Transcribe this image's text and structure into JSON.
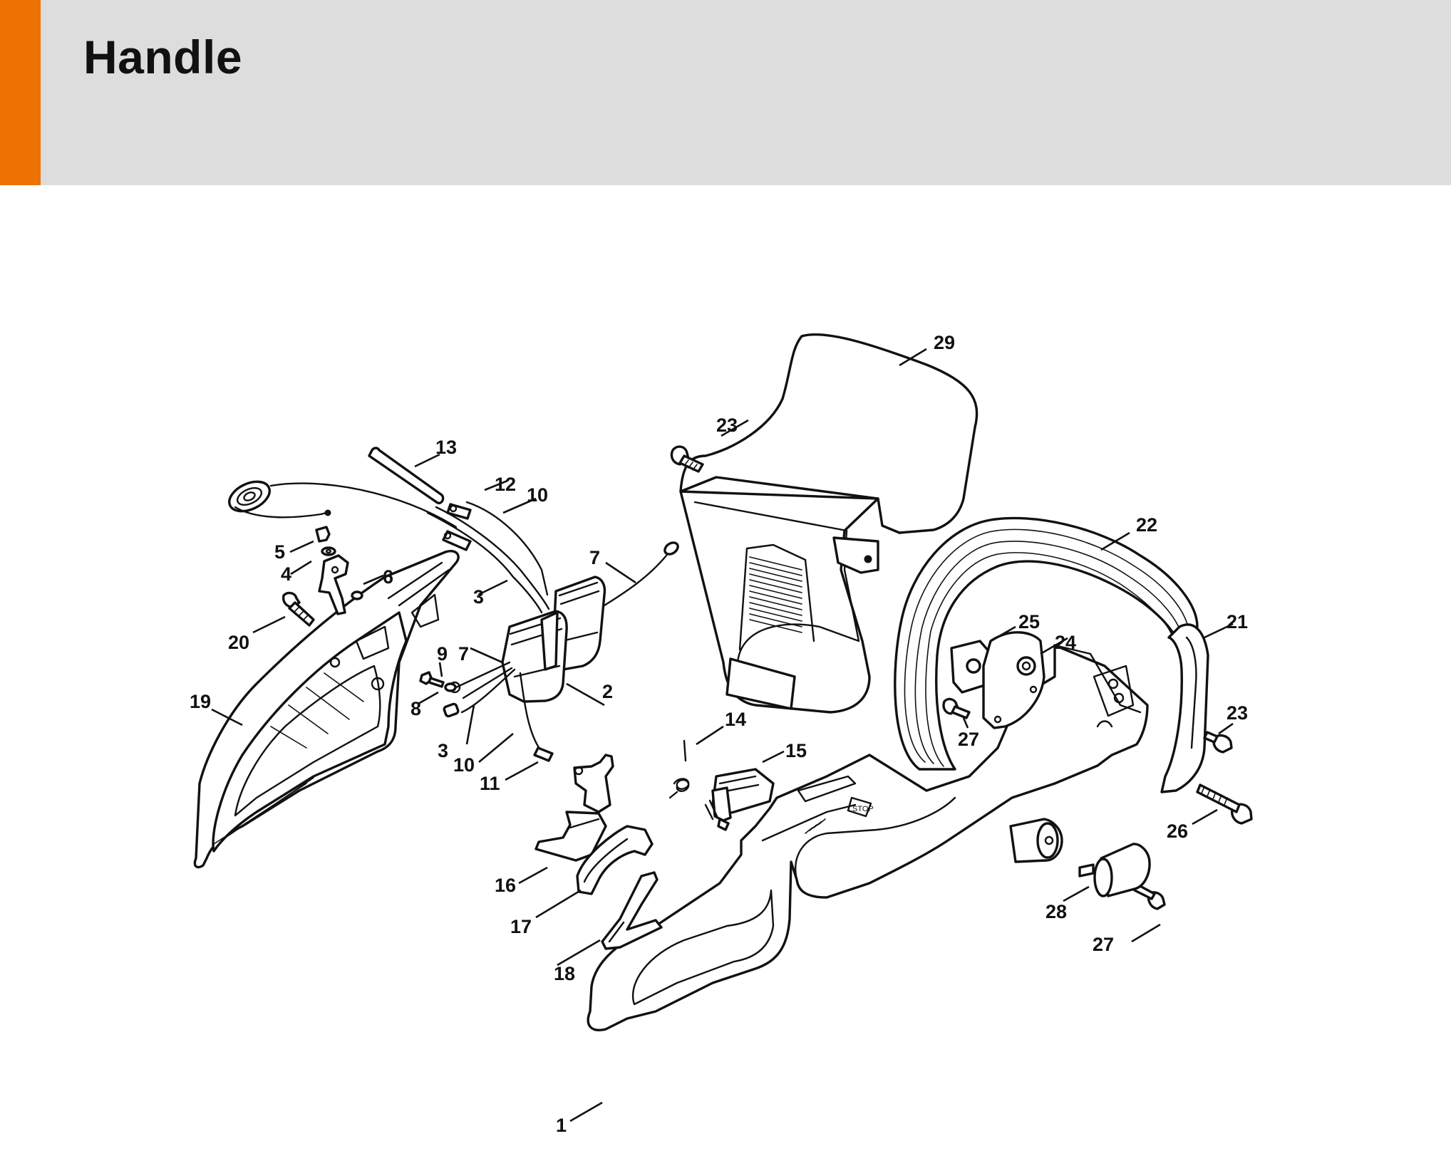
{
  "header": {
    "title": "Handle",
    "accent_color": "#ee7203",
    "background_color": "#dcdddc"
  },
  "diagram": {
    "callouts": {
      "c1": "1",
      "c2": "2",
      "c3a": "3",
      "c3b": "3",
      "c4": "4",
      "c5": "5",
      "c6": "6",
      "c7a": "7",
      "c7b": "7",
      "c8": "8",
      "c9": "9",
      "c10a": "10",
      "c10b": "10",
      "c11": "11",
      "c12": "12",
      "c13": "13",
      "c14": "14",
      "c15": "15",
      "c16": "16",
      "c17": "17",
      "c18": "18",
      "c19": "19",
      "c20": "20",
      "c21": "21",
      "c22": "22",
      "c23a": "23",
      "c23b": "23",
      "c24": "24",
      "c25": "25",
      "c26": "26",
      "c27a": "27",
      "c27b": "27",
      "c28": "28",
      "c29": "29"
    }
  }
}
